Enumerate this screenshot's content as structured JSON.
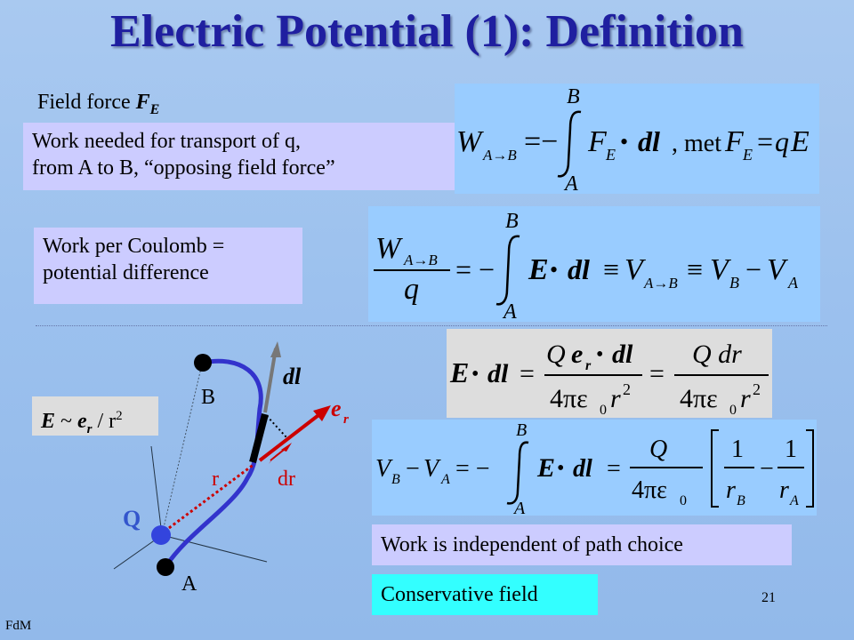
{
  "slide": {
    "title": "Electric Potential (1): Definition",
    "field_force_label": "Field force",
    "field_force_symbol": "F",
    "field_force_subscript": "E",
    "work_needed_line1": "Work needed for transport of q,",
    "work_needed_line2": "from A to B, “opposing field force”",
    "work_per_coulomb_line1": "Work per Coulomb =",
    "work_per_coulomb_line2": "potential difference",
    "field_law_E": "E",
    "field_law_mid": " ~ ",
    "field_law_er": "e",
    "field_law_er_sub": "r",
    "field_law_tail": " / r",
    "field_law_exp": "2",
    "path_independent": "Work is independent of path choice",
    "conservative": "Conservative  field",
    "page_number": "21",
    "footer": "FdM"
  },
  "diagram": {
    "label_B": "B",
    "label_A": "A",
    "label_Q": "Q",
    "label_r": "r",
    "label_dl": "dl",
    "label_dr": "dr",
    "label_er": "e",
    "label_er_sub": "r"
  },
  "equations": {
    "eq1": {
      "W": "W",
      "AB": "A→B",
      "minus_int": "=−",
      "upper": "B",
      "lower": "A",
      "F": "F",
      "E_sub": "E",
      "dot": "•",
      "dl": "dl",
      "met": ", met",
      "F2": "F",
      "E2_sub": "E",
      "eq": "=",
      "q": "q",
      "E": "E"
    },
    "eq2": {
      "W": "W",
      "AB": "A→B",
      "q": "q",
      "minus": "= −",
      "upper": "B",
      "lower": "A",
      "E": "E",
      "dot": "•",
      "dl": "dl",
      "equiv": "≡",
      "V": "V",
      "AB2": "A→B",
      "equiv2": "≡",
      "VB": "V",
      "B": "B",
      "minus2": "−",
      "VA": "V",
      "A": "A"
    },
    "eq3": {
      "E": "E",
      "dot": "•",
      "dl": "dl",
      "eq": "=",
      "Q": "Q",
      "e": "e",
      "r": "r",
      "dot2": "•",
      "dl2": "dl",
      "den": "4πε",
      "zero": "0",
      "rr": "r",
      "two": "2",
      "eq2": "=",
      "Qdr": "Q dr",
      "den2": "4πε",
      "zero2": "0",
      "rr2": "r",
      "two2": "2"
    },
    "eq4": {
      "VB": "V",
      "B": "B",
      "minus": "−",
      "VA": "V",
      "A": "A",
      "eqminus": "= −",
      "upper": "B",
      "lower": "A",
      "E": "E",
      "dot": "•",
      "dl": "dl",
      "eq": "=",
      "Q": "Q",
      "den": "4πε",
      "zero": "0",
      "one": "1",
      "rB": "r",
      "B2": "B",
      "minus2": "−",
      "one2": "1",
      "rA": "r",
      "A2": "A"
    }
  },
  "colors": {
    "title": "#1f1fa0",
    "path": "#3333cc",
    "er_arrow": "#cc0000",
    "Q_label": "#3355cc"
  }
}
